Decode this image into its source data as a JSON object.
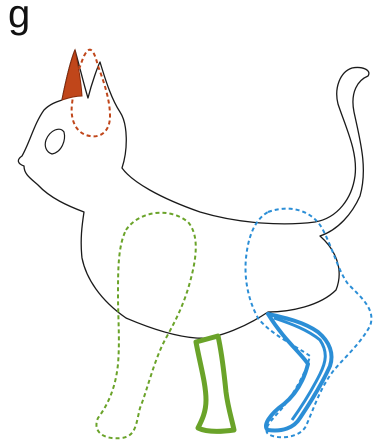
{
  "panel": {
    "label": "g"
  },
  "colors": {
    "outline": "#1a1a1a",
    "ear": "#c0461a",
    "front_leg": "#6aa329",
    "hind_leg": "#2b8ed6"
  },
  "annotations": [
    {
      "part": "ear",
      "style": "filled + dashed"
    },
    {
      "part": "front-leg",
      "style": "solid + dashed"
    },
    {
      "part": "hind-leg",
      "style": "solid + dashed"
    }
  ]
}
